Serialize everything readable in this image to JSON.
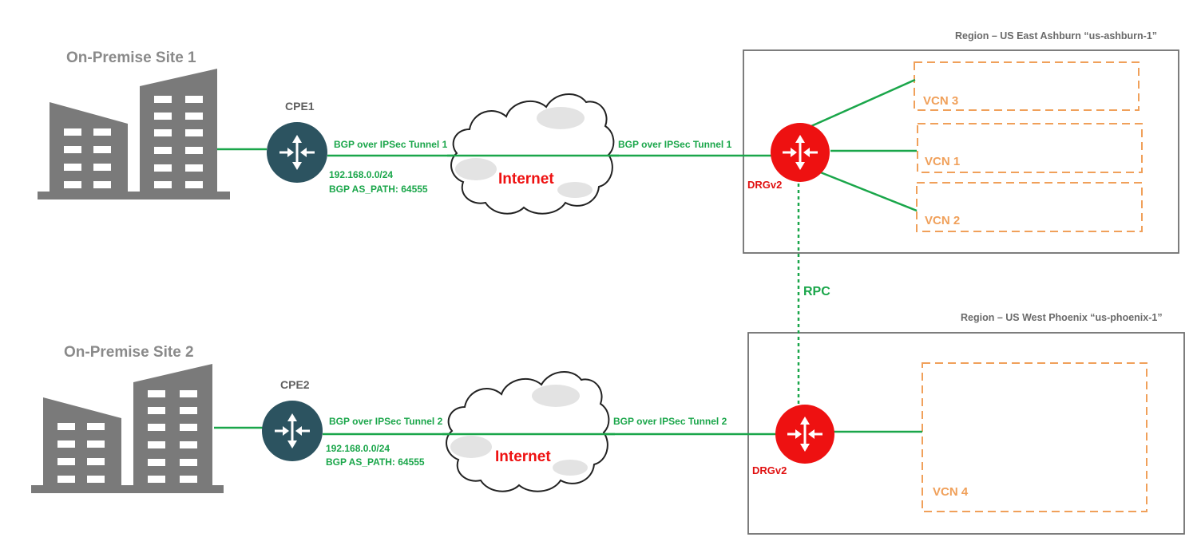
{
  "sites": [
    {
      "title": "On-Premise Site 1",
      "cpe": "CPE1",
      "tunnel_left": "BGP over IPSec Tunnel 1",
      "tunnel_right": "BGP over IPSec Tunnel 1",
      "subnet": "192.168.0.0/24",
      "as_path": "BGP AS_PATH: 64555",
      "cloud": "Internet"
    },
    {
      "title": "On-Premise Site 2",
      "cpe": "CPE2",
      "tunnel_left": "BGP over IPSec Tunnel 2",
      "tunnel_right": "BGP over IPSec Tunnel 2",
      "subnet": "192.168.0.0/24",
      "as_path": "BGP AS_PATH: 64555",
      "cloud": "Internet"
    }
  ],
  "regions": [
    {
      "label": "Region – US East Ashburn “us-ashburn-1”",
      "drg": "DRGv2",
      "vcns": [
        "VCN 3",
        "VCN 1",
        "VCN 2"
      ]
    },
    {
      "label": "Region – US West Phoenix “us-phoenix-1”",
      "drg": "DRGv2",
      "vcns": [
        "VCN 4"
      ]
    }
  ],
  "rpc_label": "RPC",
  "colors": {
    "link": "#1aa64a",
    "drg": "#ee1111",
    "cpe": "#2c5360",
    "vcn": "#f0a05a",
    "building": "#7a7a7a"
  }
}
